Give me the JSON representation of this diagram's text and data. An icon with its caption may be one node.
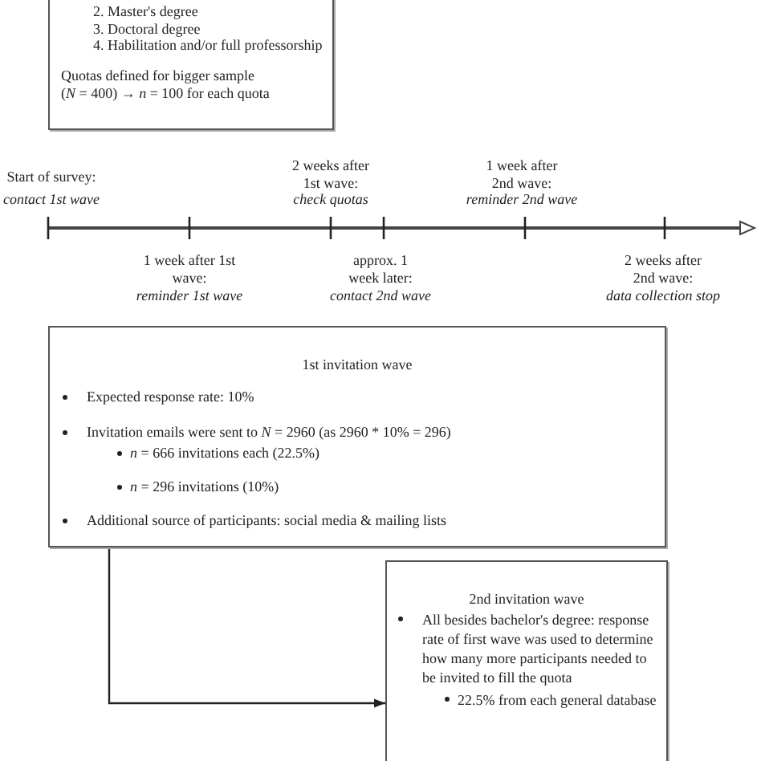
{
  "diagram": {
    "nodes": [
      {
        "text": [
          "2. Master's degree",
          "3. Doctoral degree",
          "4. Habilitation and/or full professorship",
          "Quotas defined for bigger sample (*N* = 400) → *n* = 100 for each quota"
        ]
      },
      {
        "text": [
          "1st invitation wave",
          "Expected response rate: 10%",
          "Invitation emails were sent to *N* = 2960  (as 2960 * 10% = 296)",
          "*n* = 666 invitations each (22.5%)",
          "*n* = 296 invitations (10%)",
          "Additional source of participants: social media & mailing lists"
        ]
      },
      {
        "text": [
          "2nd invitation wave",
          "All besides bachelor's degree: response rate of first wave was used to determine how many more participants needed to be invited to fill the quota",
          "22.5% from each general database"
        ]
      }
    ],
    "edges": [
      {
        "from": 1,
        "to": 2,
        "arrow": "to"
      }
    ],
    "labels": [
      "Start of survey:",
      "contact 1st wave",
      "2 weeks after 1st wave:",
      "check quotas",
      "1 week after 2nd wave:",
      "reminder 2nd wave",
      "1 week after 1st wave:",
      "reminder 1st wave",
      "approx. 1 week later:",
      "contact 2nd wave",
      "2 weeks after 2nd wave:",
      "data collection stop"
    ]
  }
}
